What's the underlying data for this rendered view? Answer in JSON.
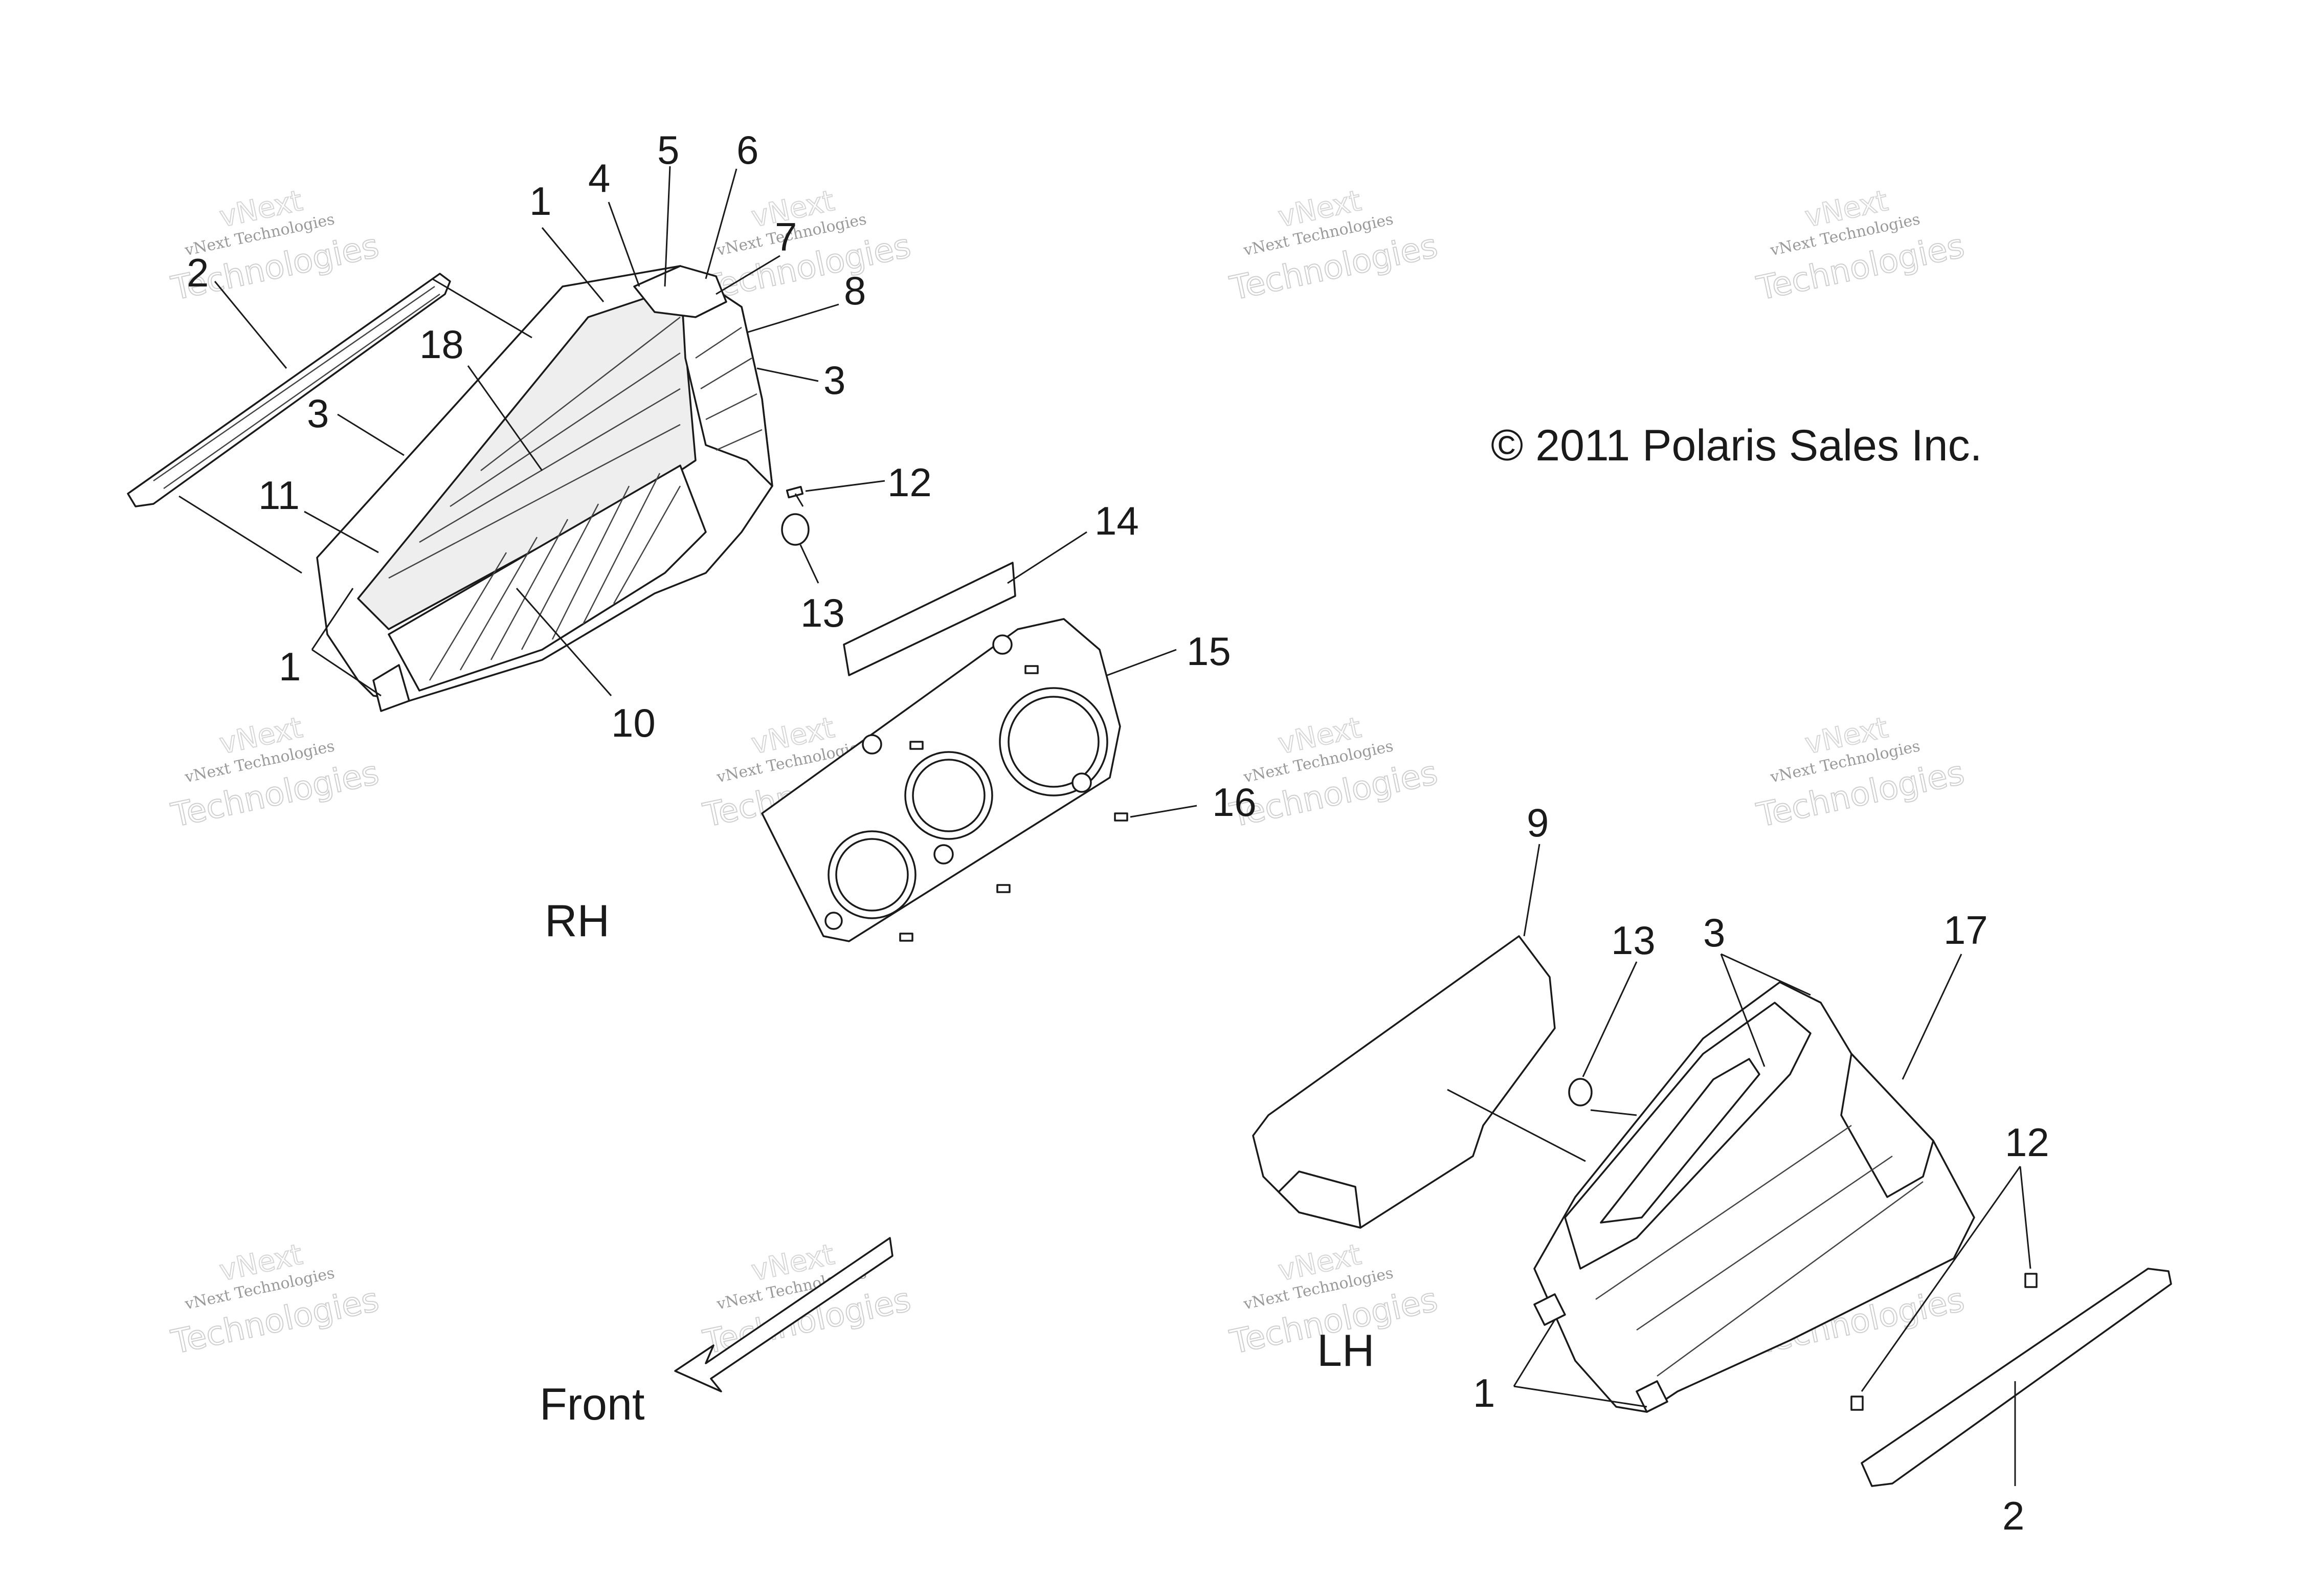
{
  "copyright": "© 2011 Polaris Sales Inc.",
  "views": {
    "rh": "RH",
    "lh": "LH",
    "front": "Front"
  },
  "watermark": {
    "small": "vNext Technologies",
    "large": "Technologies",
    "top": "vNext"
  },
  "callouts": {
    "c1a": "1",
    "c2a": "2",
    "c3a": "3",
    "c3b": "3",
    "c4": "4",
    "c5": "5",
    "c6": "6",
    "c7": "7",
    "c8": "8",
    "c18": "18",
    "c11": "11",
    "c1b": "1",
    "c10": "10",
    "c12a": "12",
    "c13a": "13",
    "c14": "14",
    "c15": "15",
    "c16": "16",
    "c9": "9",
    "c13b": "13",
    "c3c": "3",
    "c17": "17",
    "c12b": "12",
    "c1c": "1",
    "c2b": "2"
  }
}
